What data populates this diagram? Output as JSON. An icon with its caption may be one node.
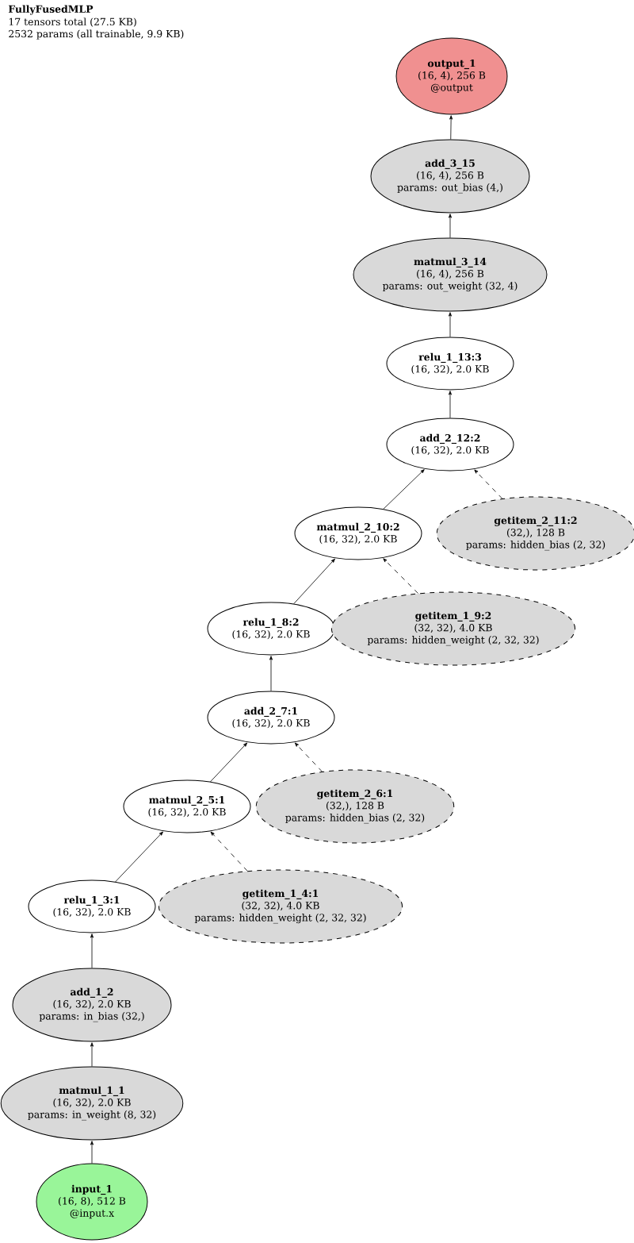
{
  "diagram": {
    "title": "FullyFusedMLP",
    "nodes": [
      {
        "text": [
          "output_1",
          "(16, 4), 256 B",
          "@output"
        ]
      },
      {
        "text": [
          "add_3_15",
          "(16, 4), 256 B",
          "params: out_bias (4,)"
        ]
      },
      {
        "text": [
          "matmul_3_14",
          "(16, 4), 256 B",
          "params: out_weight (32, 4)"
        ]
      },
      {
        "text": [
          "relu_1_13:3",
          "(16, 32), 2.0 KB"
        ]
      },
      {
        "text": [
          "add_2_12:2",
          "(16, 32), 2.0 KB"
        ]
      },
      {
        "text": [
          "matmul_2_10:2",
          "(16, 32), 2.0 KB"
        ]
      },
      {
        "text": [
          "getitem_2_11:2",
          "(32,), 128 B",
          "params: hidden_bias (2, 32)"
        ]
      },
      {
        "text": [
          "relu_1_8:2",
          "(16, 32), 2.0 KB"
        ]
      },
      {
        "text": [
          "getitem_1_9:2",
          "(32, 32), 4.0 KB",
          "params: hidden_weight (2, 32, 32)"
        ]
      },
      {
        "text": [
          "add_2_7:1",
          "(16, 32), 2.0 KB"
        ]
      },
      {
        "text": [
          "matmul_2_5:1",
          "(16, 32), 2.0 KB"
        ]
      },
      {
        "text": [
          "getitem_2_6:1",
          "(32,), 128 B",
          "params: hidden_bias (2, 32)"
        ]
      },
      {
        "text": [
          "relu_1_3:1",
          "(16, 32), 2.0 KB"
        ]
      },
      {
        "text": [
          "getitem_1_4:1",
          "(32, 32), 4.0 KB",
          "params: hidden_weight (2, 32, 32)"
        ]
      },
      {
        "text": [
          "add_1_2",
          "(16, 32), 2.0 KB",
          "params: in_bias (32,)"
        ]
      },
      {
        "text": [
          "matmul_1_1",
          "(16, 32), 2.0 KB",
          "params: in_weight (8, 32)"
        ]
      },
      {
        "text": [
          "input_1",
          "(16, 8), 512 B",
          "@input.x"
        ]
      }
    ],
    "edges": [
      {
        "from": 1,
        "to": 0,
        "arrow": "to"
      },
      {
        "from": 2,
        "to": 1,
        "arrow": "to"
      },
      {
        "from": 3,
        "to": 2,
        "arrow": "to"
      },
      {
        "from": 4,
        "to": 3,
        "arrow": "to"
      },
      {
        "from": 5,
        "to": 4,
        "arrow": "to"
      },
      {
        "from": 6,
        "to": 4,
        "arrow": "to",
        "style": "dashed"
      },
      {
        "from": 7,
        "to": 5,
        "arrow": "to"
      },
      {
        "from": 8,
        "to": 5,
        "arrow": "to",
        "style": "dashed"
      },
      {
        "from": 9,
        "to": 7,
        "arrow": "to"
      },
      {
        "from": 10,
        "to": 9,
        "arrow": "to"
      },
      {
        "from": 11,
        "to": 9,
        "arrow": "to",
        "style": "dashed"
      },
      {
        "from": 12,
        "to": 10,
        "arrow": "to"
      },
      {
        "from": 13,
        "to": 10,
        "arrow": "to",
        "style": "dashed"
      },
      {
        "from": 14,
        "to": 12,
        "arrow": "to"
      },
      {
        "from": 15,
        "to": 14,
        "arrow": "to"
      },
      {
        "from": 16,
        "to": 15,
        "arrow": "to"
      }
    ],
    "labels": [
      "17 tensors total (27.5 KB)",
      "2532 params (all trainable, 9.9 KB)"
    ]
  }
}
